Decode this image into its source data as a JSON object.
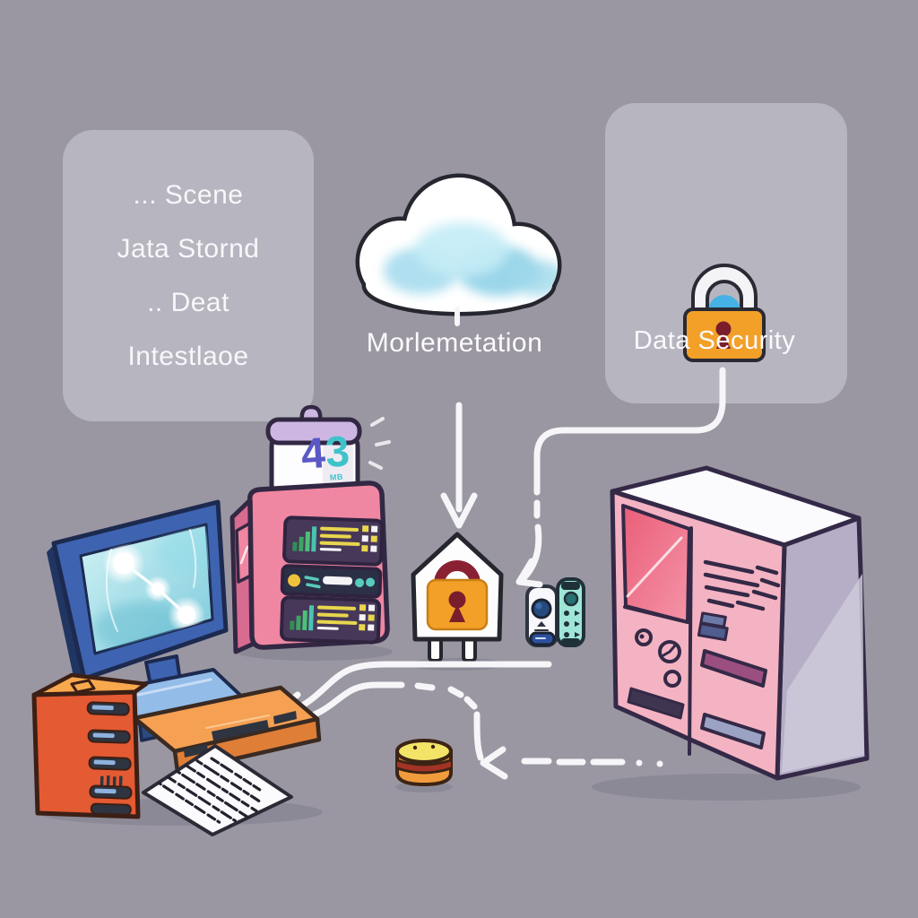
{
  "left_panel": {
    "lines": [
      "... Scene",
      "Jata Stornd",
      ".. Deat",
      "Intestlaoe"
    ]
  },
  "cloud": {
    "label": "Morlemetation"
  },
  "security_panel": {
    "label": "Data Security"
  },
  "jar": {
    "digits": [
      "4",
      "3"
    ],
    "unit": "MB"
  },
  "icons": {
    "cloud": "cloud shape",
    "padlock": "orange padlock with blue arch shackle",
    "house_lock": "house outline containing orange padlock",
    "storage_jar": "white jar with purple lid",
    "server_rack": "pink server box with status panels",
    "cabinet": "large pink server cabinet",
    "monitor": "blue monitor with network graph screen",
    "computer_tower": "orange tower case with vents",
    "keyboard": "orange keyboard desk unit",
    "document": "paper sheet with scribbled text",
    "database": "coin-like data stack",
    "dongle": "white usb dongle device",
    "remote": "mint remote control device"
  },
  "colors": {
    "background": "#9a97a2",
    "panel": "#bdbac4",
    "arrow_white": "#f6f5f8",
    "lock_orange": "#f3a028",
    "lock_red": "#7a1e2c",
    "shackle_blue": "#45b1e4",
    "server_pink": "#ef86a2",
    "cabinet_pink": "#f4b3c2",
    "cabinet_side": "#b5aec6",
    "screen_teal": "#7ccadc",
    "monitor_blue": "#3e63b0",
    "tower_orange": "#e45a32",
    "keyboard_orange": "#f5a053",
    "mint": "#9fe6d6",
    "cloud_blue": "#a6dcee",
    "digit_purple": "#5b58c6",
    "digit_teal": "#3fc3ca"
  }
}
